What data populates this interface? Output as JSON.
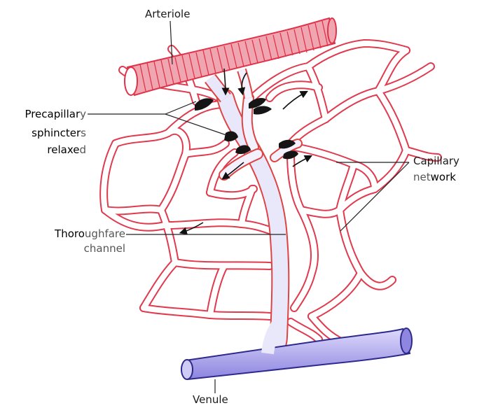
{
  "labels": {
    "arteriole": "Arteriole",
    "precap_bold": "Precapillar",
    "precap_light": "y",
    "sphincters_bold": "sphincter",
    "sphincters_light": "s",
    "relaxed_bold": "relaxe",
    "relaxed_light": "d",
    "capillary": "Capillary",
    "network_light": "net",
    "network_bold": "work",
    "thoro_bold": "Thoro",
    "thoro_light": "ughfare",
    "channel": "channel",
    "venule": "Venule"
  },
  "colors": {
    "arteriole_stroke": "#e0334a",
    "capillary_stroke": "#e03a4e",
    "venule_fill": "#b8b2ee",
    "venule_stroke": "#2d2a8c",
    "channel_fill": "#e9e8fb",
    "sphincter": "#151515"
  }
}
